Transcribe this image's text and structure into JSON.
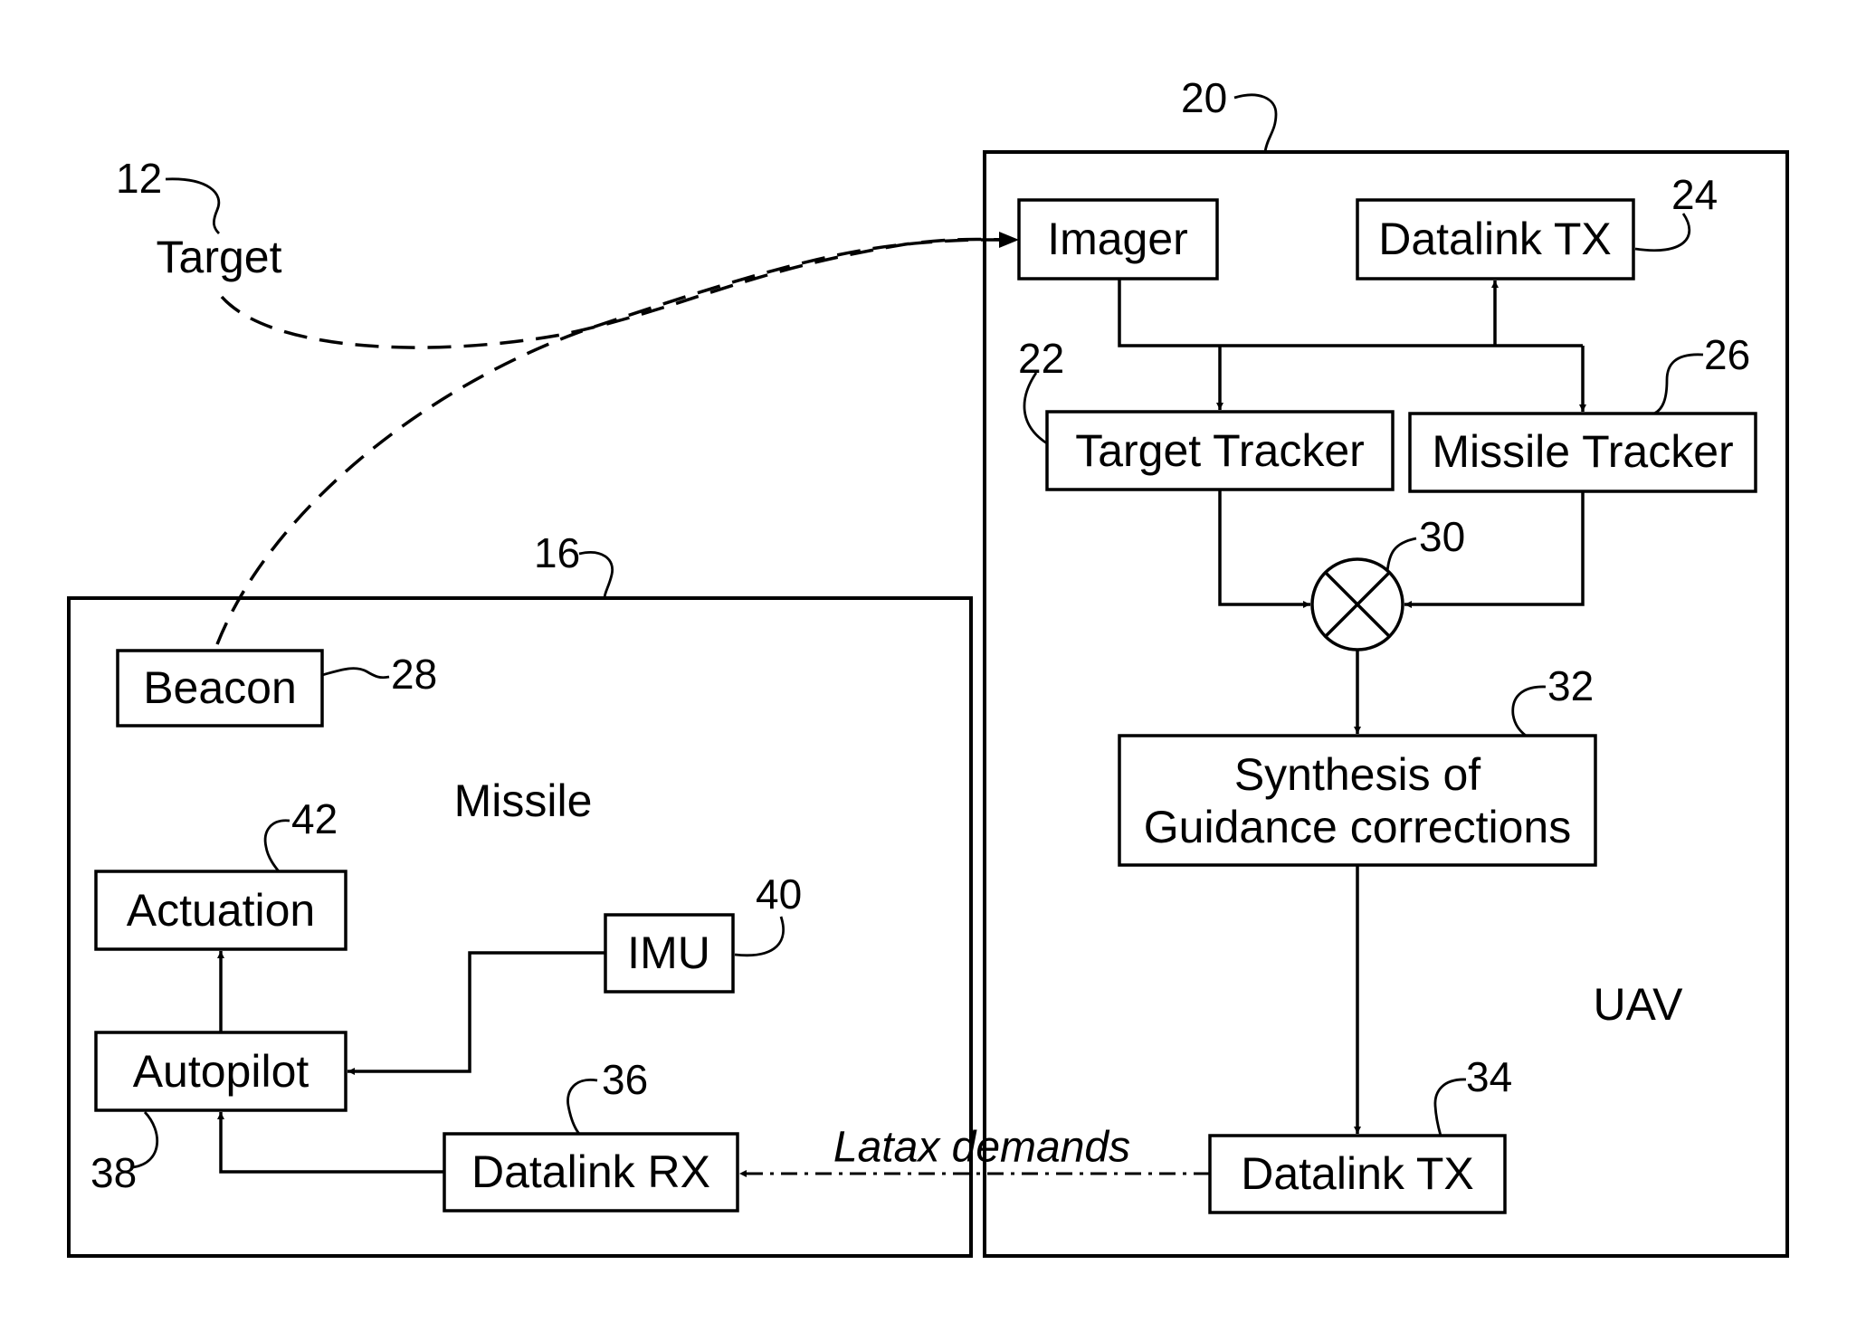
{
  "refs": {
    "target": "12",
    "uav": "20",
    "missile": "16",
    "imager_datalink_tx": "24",
    "target_tracker": "22",
    "missile_tracker": "26",
    "mixer": "30",
    "synthesis": "32",
    "datalink_tx": "34",
    "beacon": "28",
    "actuation": "42",
    "imu": "40",
    "datalink_rx": "36",
    "autopilot": "38"
  },
  "labels": {
    "target": "Target",
    "uav": "UAV",
    "missile": "Missile",
    "imager": "Imager",
    "datalink_tx_top": "Datalink TX",
    "target_tracker": "Target Tracker",
    "missile_tracker": "Missile Tracker",
    "synthesis_line1": "Synthesis of",
    "synthesis_line2": "Guidance corrections",
    "datalink_tx_bottom": "Datalink TX",
    "beacon": "Beacon",
    "actuation": "Actuation",
    "imu": "IMU",
    "autopilot": "Autopilot",
    "datalink_rx": "Datalink RX",
    "latax": "Latax demands"
  }
}
